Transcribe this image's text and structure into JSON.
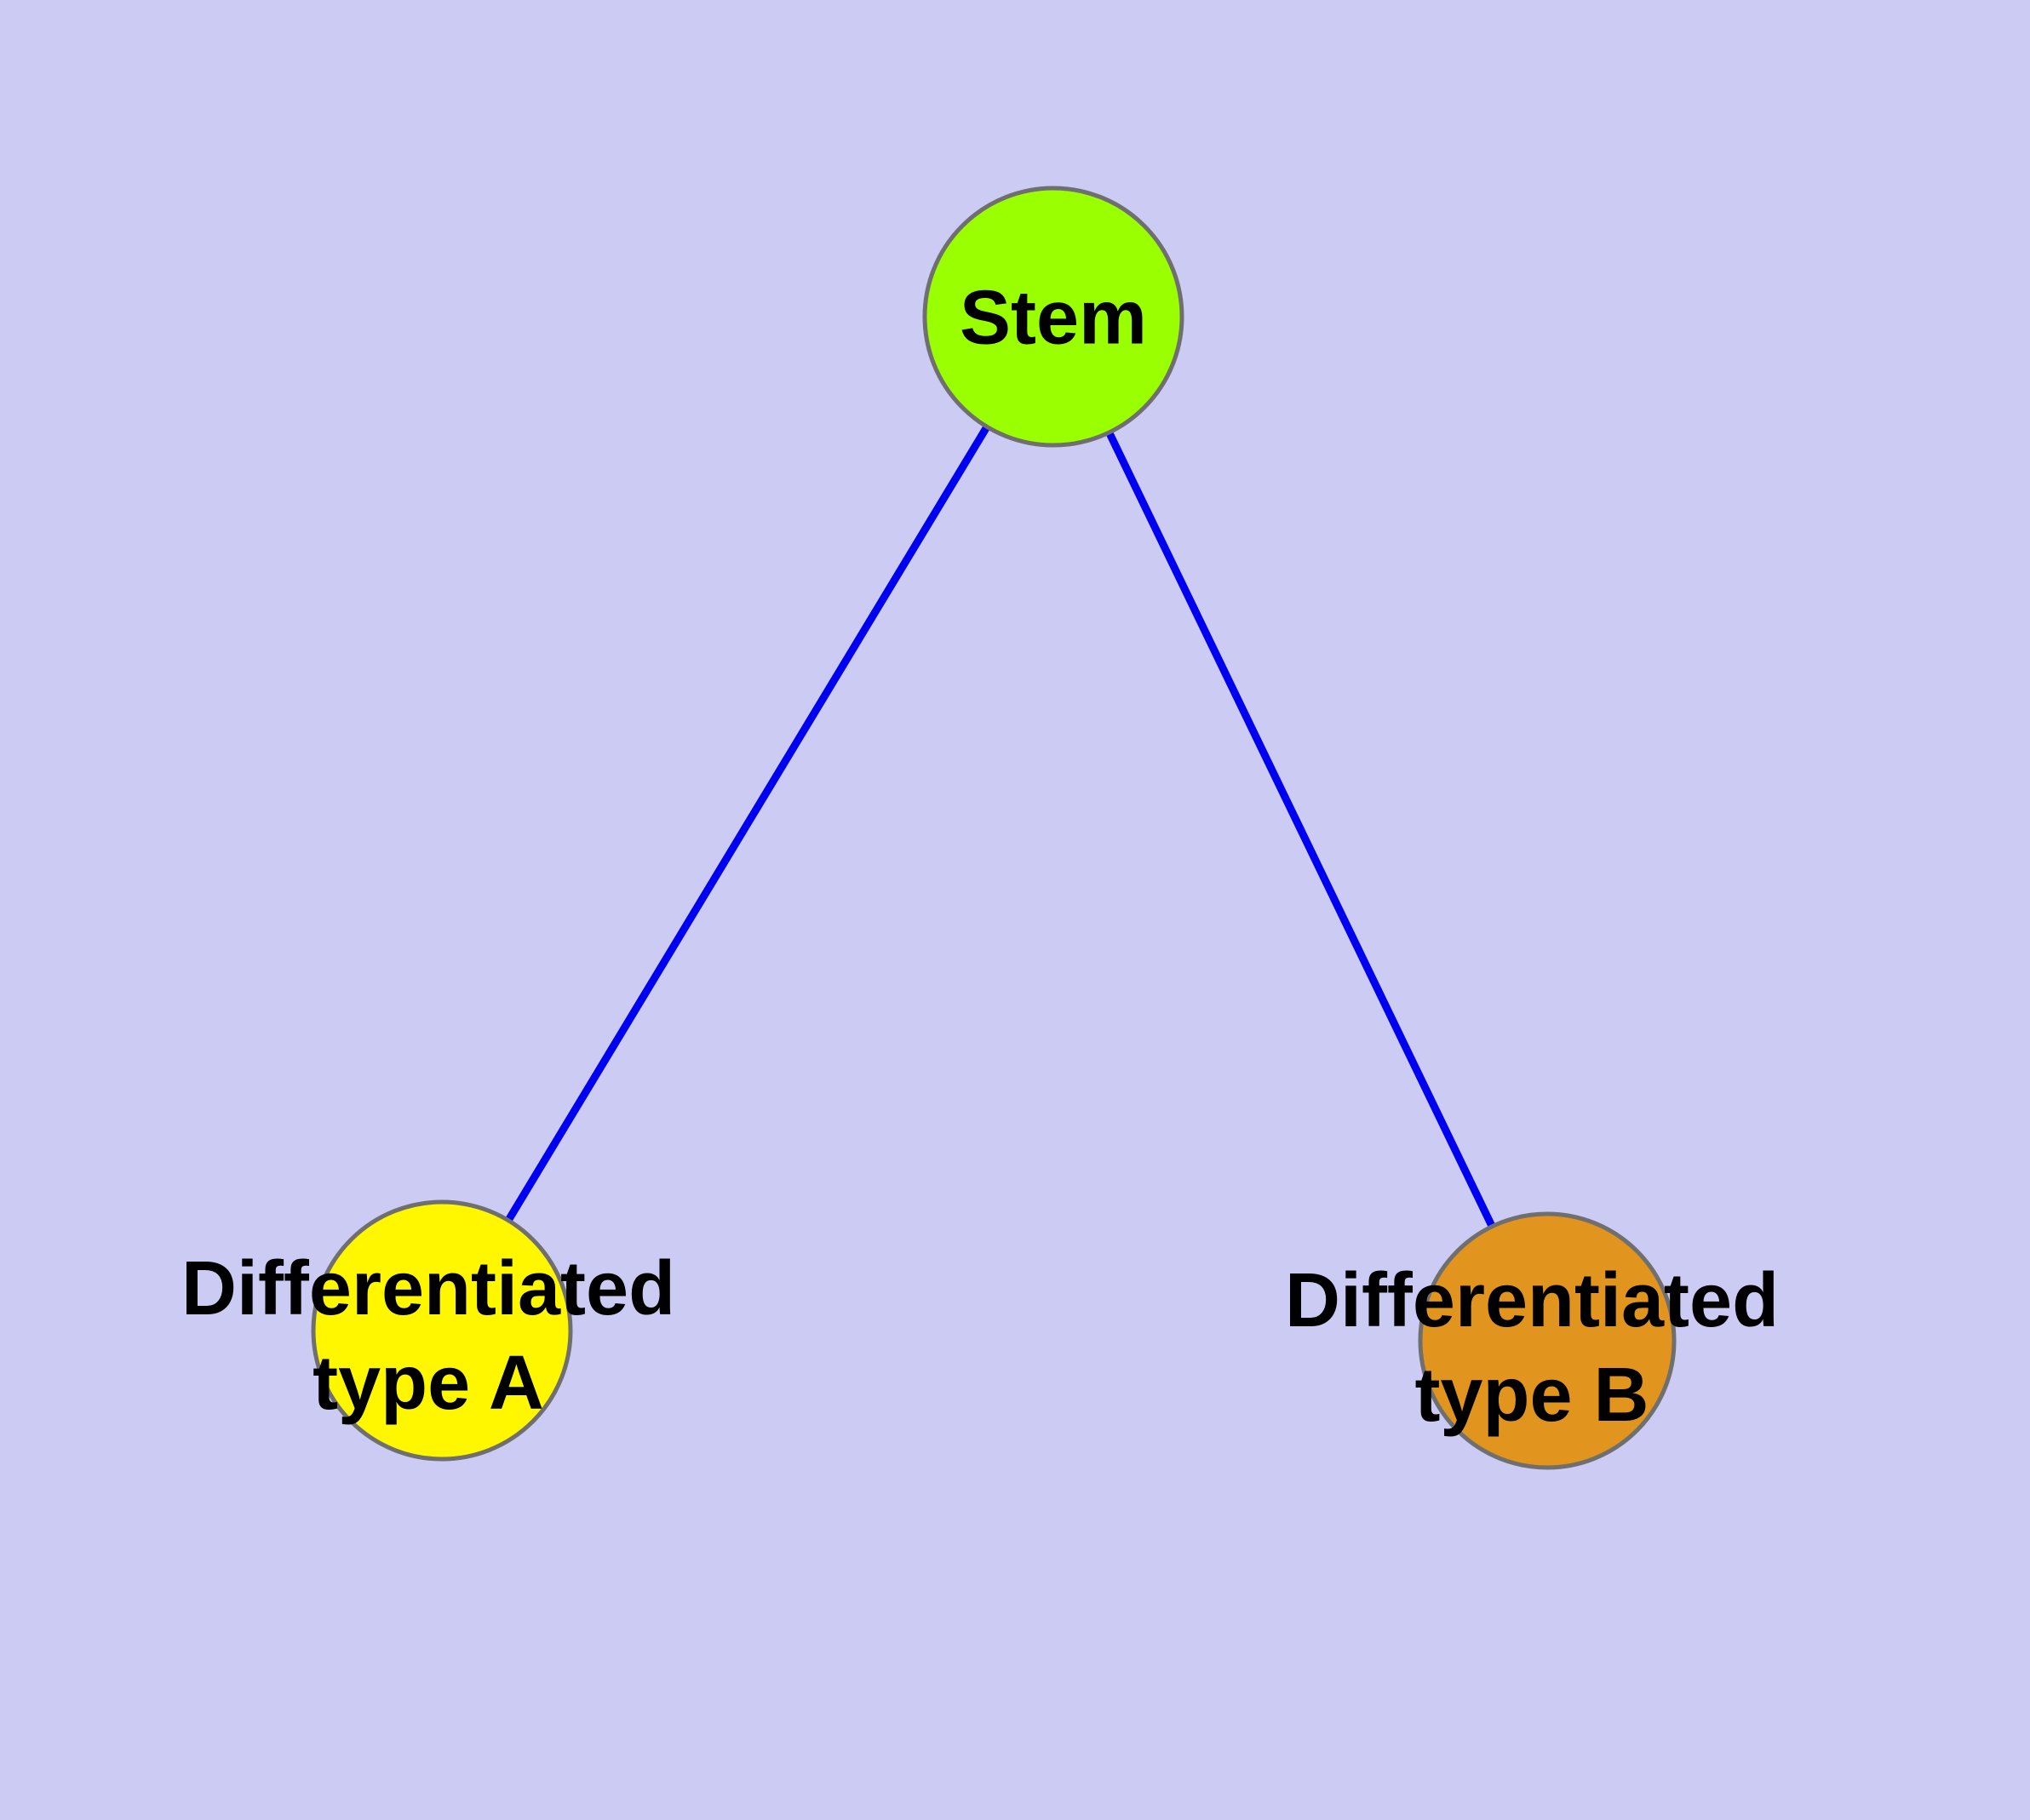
{
  "diagram": {
    "background_color": "#cbcbf4",
    "node_stroke_color": "#6f6f6f",
    "edge_color": "#0000f0",
    "label_color": "#000000",
    "nodes": {
      "stem": {
        "label": "Stem",
        "fill": "#9aff00"
      },
      "type_a": {
        "label_line1": "Differentiated",
        "label_line2": "type A",
        "fill": "#fff700"
      },
      "type_b": {
        "label_line1": "Differentiated",
        "label_line2": "type B",
        "fill": "#e2951e"
      }
    },
    "edges": [
      {
        "from": "Stem",
        "to": "Differentiated type A"
      },
      {
        "from": "Stem",
        "to": "Differentiated type B"
      }
    ]
  }
}
